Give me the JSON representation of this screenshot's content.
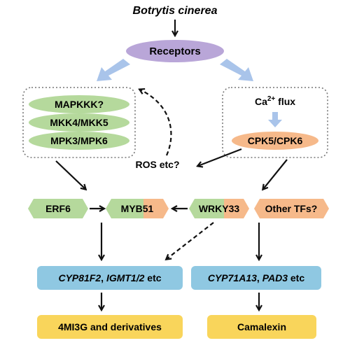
{
  "pathogen": "Botrytis cinerea",
  "receptors": "Receptors",
  "mapk_module": {
    "items": [
      "MAPKKK?",
      "MKK4/MKK5",
      "MPK3/MPK6"
    ]
  },
  "calcium_module": {
    "ca_prefix": "Ca",
    "ca_sup": "2+",
    "ca_suffix": " flux",
    "kinase": "CPK5/CPK6"
  },
  "ros": "ROS etc?",
  "transcription_factors": {
    "erf6": "ERF6",
    "myb51": "MYB51",
    "wrky33": "WRKY33",
    "other": "Other TFs?"
  },
  "genes": {
    "left_a": "CYP81F2",
    "left_sep": ", ",
    "left_b": "IGMT1/2",
    "left_suffix": " etc",
    "right_a": "CYP71A13",
    "right_sep": ", ",
    "right_b": "PAD3",
    "right_suffix": " etc"
  },
  "products": {
    "left": "4MI3G and derivatives",
    "right": "Camalexin"
  },
  "colors": {
    "receptor_purple": "#b9a6d8",
    "mapk_green": "#b5d99c",
    "cpk_orange": "#f6b98a",
    "gene_blue": "#8fc8e2",
    "product_yellow": "#f9d55b",
    "arrow_light_blue": "#a9c4ea"
  }
}
